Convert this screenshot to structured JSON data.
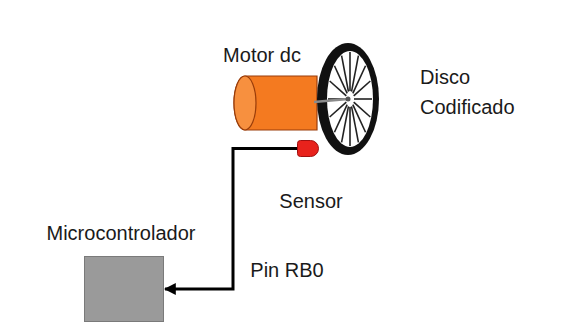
{
  "diagram": {
    "nodes": [
      {
        "text": [
          "Motor dc"
        ]
      },
      {
        "text": [
          "Disco Codificado"
        ]
      },
      {
        "text": [
          "Sensor"
        ]
      },
      {
        "text": [
          "Microcontrolador"
        ]
      }
    ],
    "edges": [
      {
        "from": 2,
        "to": 3,
        "arrow": "to",
        "label": "Pin RB0"
      }
    ]
  }
}
